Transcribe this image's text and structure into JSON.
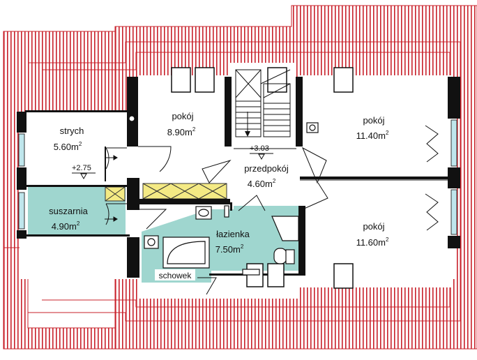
{
  "colors": {
    "roof_stripe": "#c8202a",
    "roof_bg": "#ffffff",
    "wet_room": "#9fd6cf",
    "wall": "#111111",
    "storage": "#f4ea84",
    "window": "#bfe6ec"
  },
  "rooms": [
    {
      "id": "strych",
      "name": "strych",
      "area": "5.60m",
      "unit_sup": "2"
    },
    {
      "id": "pokoj-1",
      "name": "pokój",
      "area": "8.90m",
      "unit_sup": "2"
    },
    {
      "id": "pokoj-2",
      "name": "pokój",
      "area": "11.40m",
      "unit_sup": "2"
    },
    {
      "id": "przedpokoj",
      "name": "przedpokój",
      "area": "4.60m",
      "unit_sup": "2"
    },
    {
      "id": "suszarnia",
      "name": "suszarnia",
      "area": "4.90m",
      "unit_sup": "2"
    },
    {
      "id": "lazienka",
      "name": "łazienka",
      "area": "7.50m",
      "unit_sup": "2"
    },
    {
      "id": "pokoj-3",
      "name": "pokój",
      "area": "11.60m",
      "unit_sup": "2"
    }
  ],
  "labels": {
    "schowek": "schowek"
  },
  "levels": {
    "stair_level": "+3.03",
    "attic_level": "+2.75"
  }
}
